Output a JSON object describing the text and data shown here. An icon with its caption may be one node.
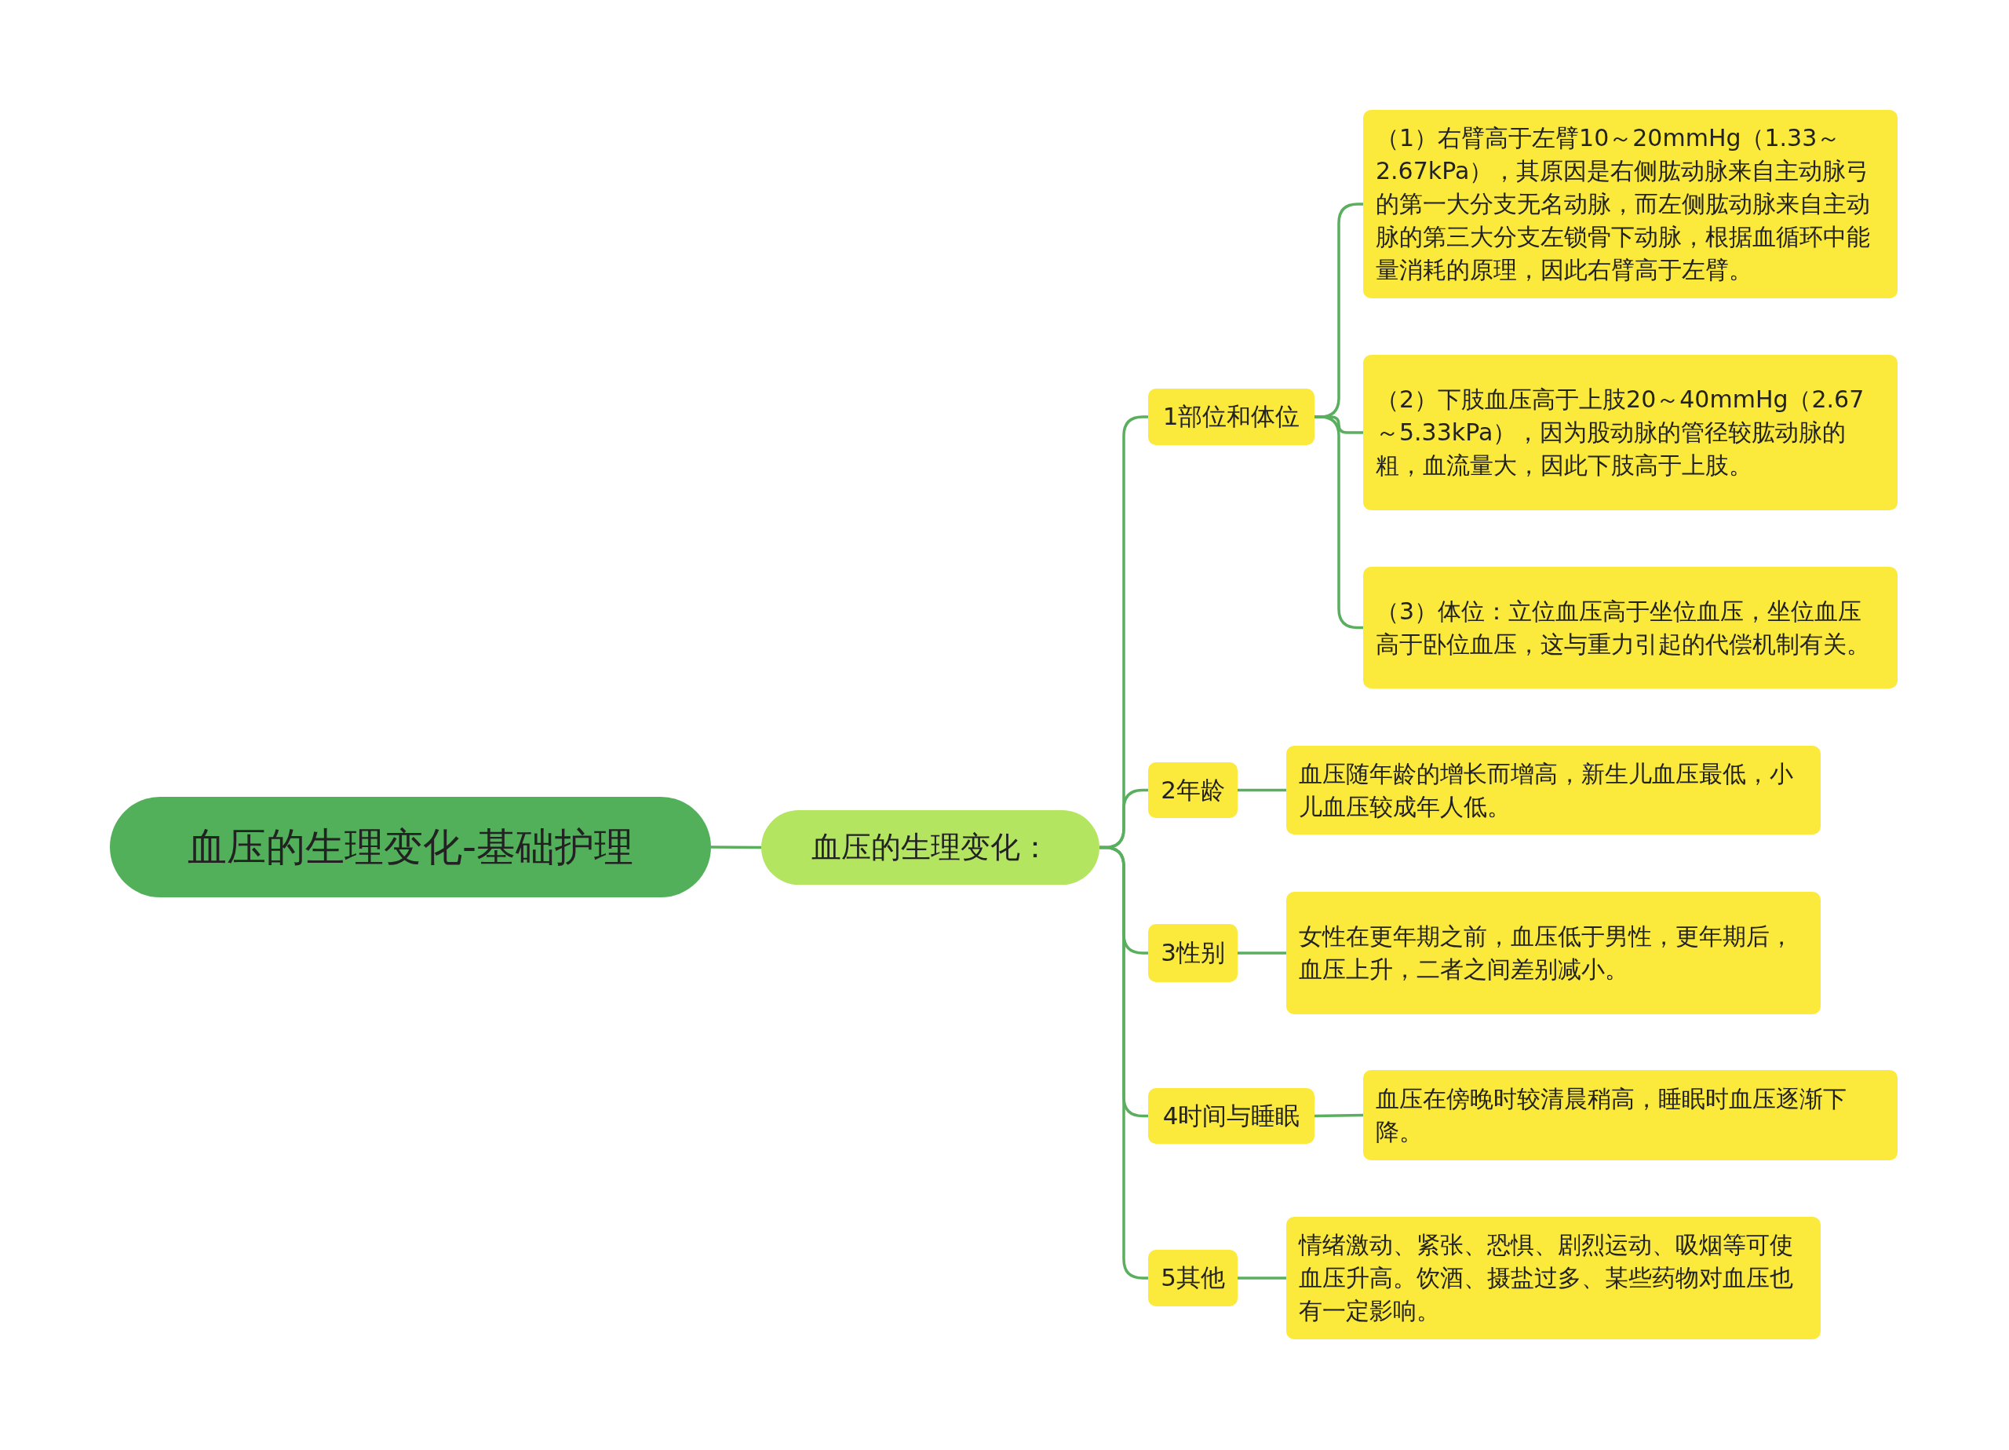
{
  "diagram": {
    "nodes": [
      {
        "text": [
          "血压的生理变化-基础护理"
        ]
      },
      {
        "text": [
          "血压的生理变化："
        ]
      },
      {
        "text": [
          "1部位和体位"
        ]
      },
      {
        "text": [
          "（1）右臂高于左臂10～20mmHg（1.33～2.67kPa），其原因是右侧肱动脉来自主动脉弓的第一大分支无名动脉，而左侧肱动脉来自主动脉的第三大分支左锁骨下动脉，根据血循环中能量消耗的原理，因此右臂高于左臂。"
        ]
      },
      {
        "text": [
          "（2）下肢血压高于上肢20～40mmHg（2.67～5.33kPa），因为股动脉的管径较肱动脉的粗，血流量大，因此下肢高于上肢。"
        ]
      },
      {
        "text": [
          "（3）体位：立位血压高于坐位血压，坐位血压高于卧位血压，这与重力引起的代偿机制有关。"
        ]
      },
      {
        "text": [
          "2年龄"
        ]
      },
      {
        "text": [
          "血压随年龄的增长而增高，新生儿血压最低，小儿血压较成年人低。"
        ]
      },
      {
        "text": [
          "3性别"
        ]
      },
      {
        "text": [
          "女性在更年期之前，血压低于男性，更年期后，血压上升，二者之间差别减小。"
        ]
      },
      {
        "text": [
          "4时间与睡眠"
        ]
      },
      {
        "text": [
          "血压在傍晚时较清晨稍高，睡眠时血压逐渐下降。"
        ]
      },
      {
        "text": [
          "5其他"
        ]
      },
      {
        "text": [
          "情绪激动、紧张、恐惧、剧烈运动、吸烟等可使血压升高。饮酒、摄盐过多、某些药物对血压也有一定影响。"
        ]
      }
    ],
    "edges": [
      {
        "from": 0,
        "to": 1,
        "arrow": "none"
      },
      {
        "from": 1,
        "to": 2,
        "arrow": "none"
      },
      {
        "from": 2,
        "to": 3,
        "arrow": "none"
      },
      {
        "from": 2,
        "to": 4,
        "arrow": "none"
      },
      {
        "from": 2,
        "to": 5,
        "arrow": "none"
      },
      {
        "from": 1,
        "to": 6,
        "arrow": "none"
      },
      {
        "from": 6,
        "to": 7,
        "arrow": "none"
      },
      {
        "from": 1,
        "to": 8,
        "arrow": "none"
      },
      {
        "from": 8,
        "to": 9,
        "arrow": "none"
      },
      {
        "from": 1,
        "to": 10,
        "arrow": "none"
      },
      {
        "from": 10,
        "to": 11,
        "arrow": "none"
      },
      {
        "from": 1,
        "to": 12,
        "arrow": "none"
      },
      {
        "from": 12,
        "to": 13,
        "arrow": "none"
      }
    ]
  }
}
